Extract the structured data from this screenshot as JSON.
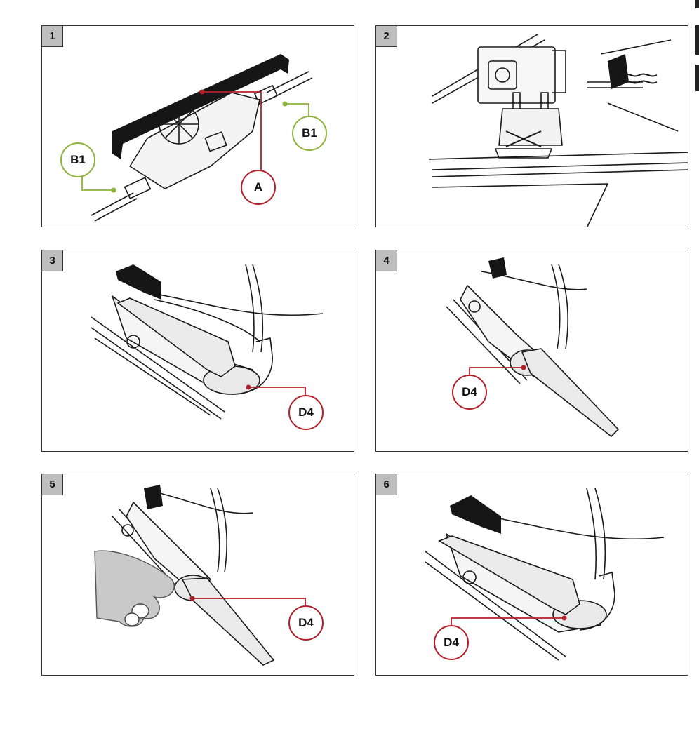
{
  "colors": {
    "callout_red": "#b3202a",
    "callout_green": "#8db33a",
    "badge_bg": "#bdbdbd",
    "line": "#1a1a1a"
  },
  "panels": [
    {
      "step": "1",
      "callouts": [
        "A",
        "B1",
        "B1"
      ]
    },
    {
      "step": "2",
      "callouts": []
    },
    {
      "step": "3",
      "callouts": [
        "D4"
      ]
    },
    {
      "step": "4",
      "callouts": [
        "D4"
      ]
    },
    {
      "step": "5",
      "callouts": [
        "D4"
      ]
    },
    {
      "step": "6",
      "callouts": [
        "D4"
      ]
    }
  ]
}
